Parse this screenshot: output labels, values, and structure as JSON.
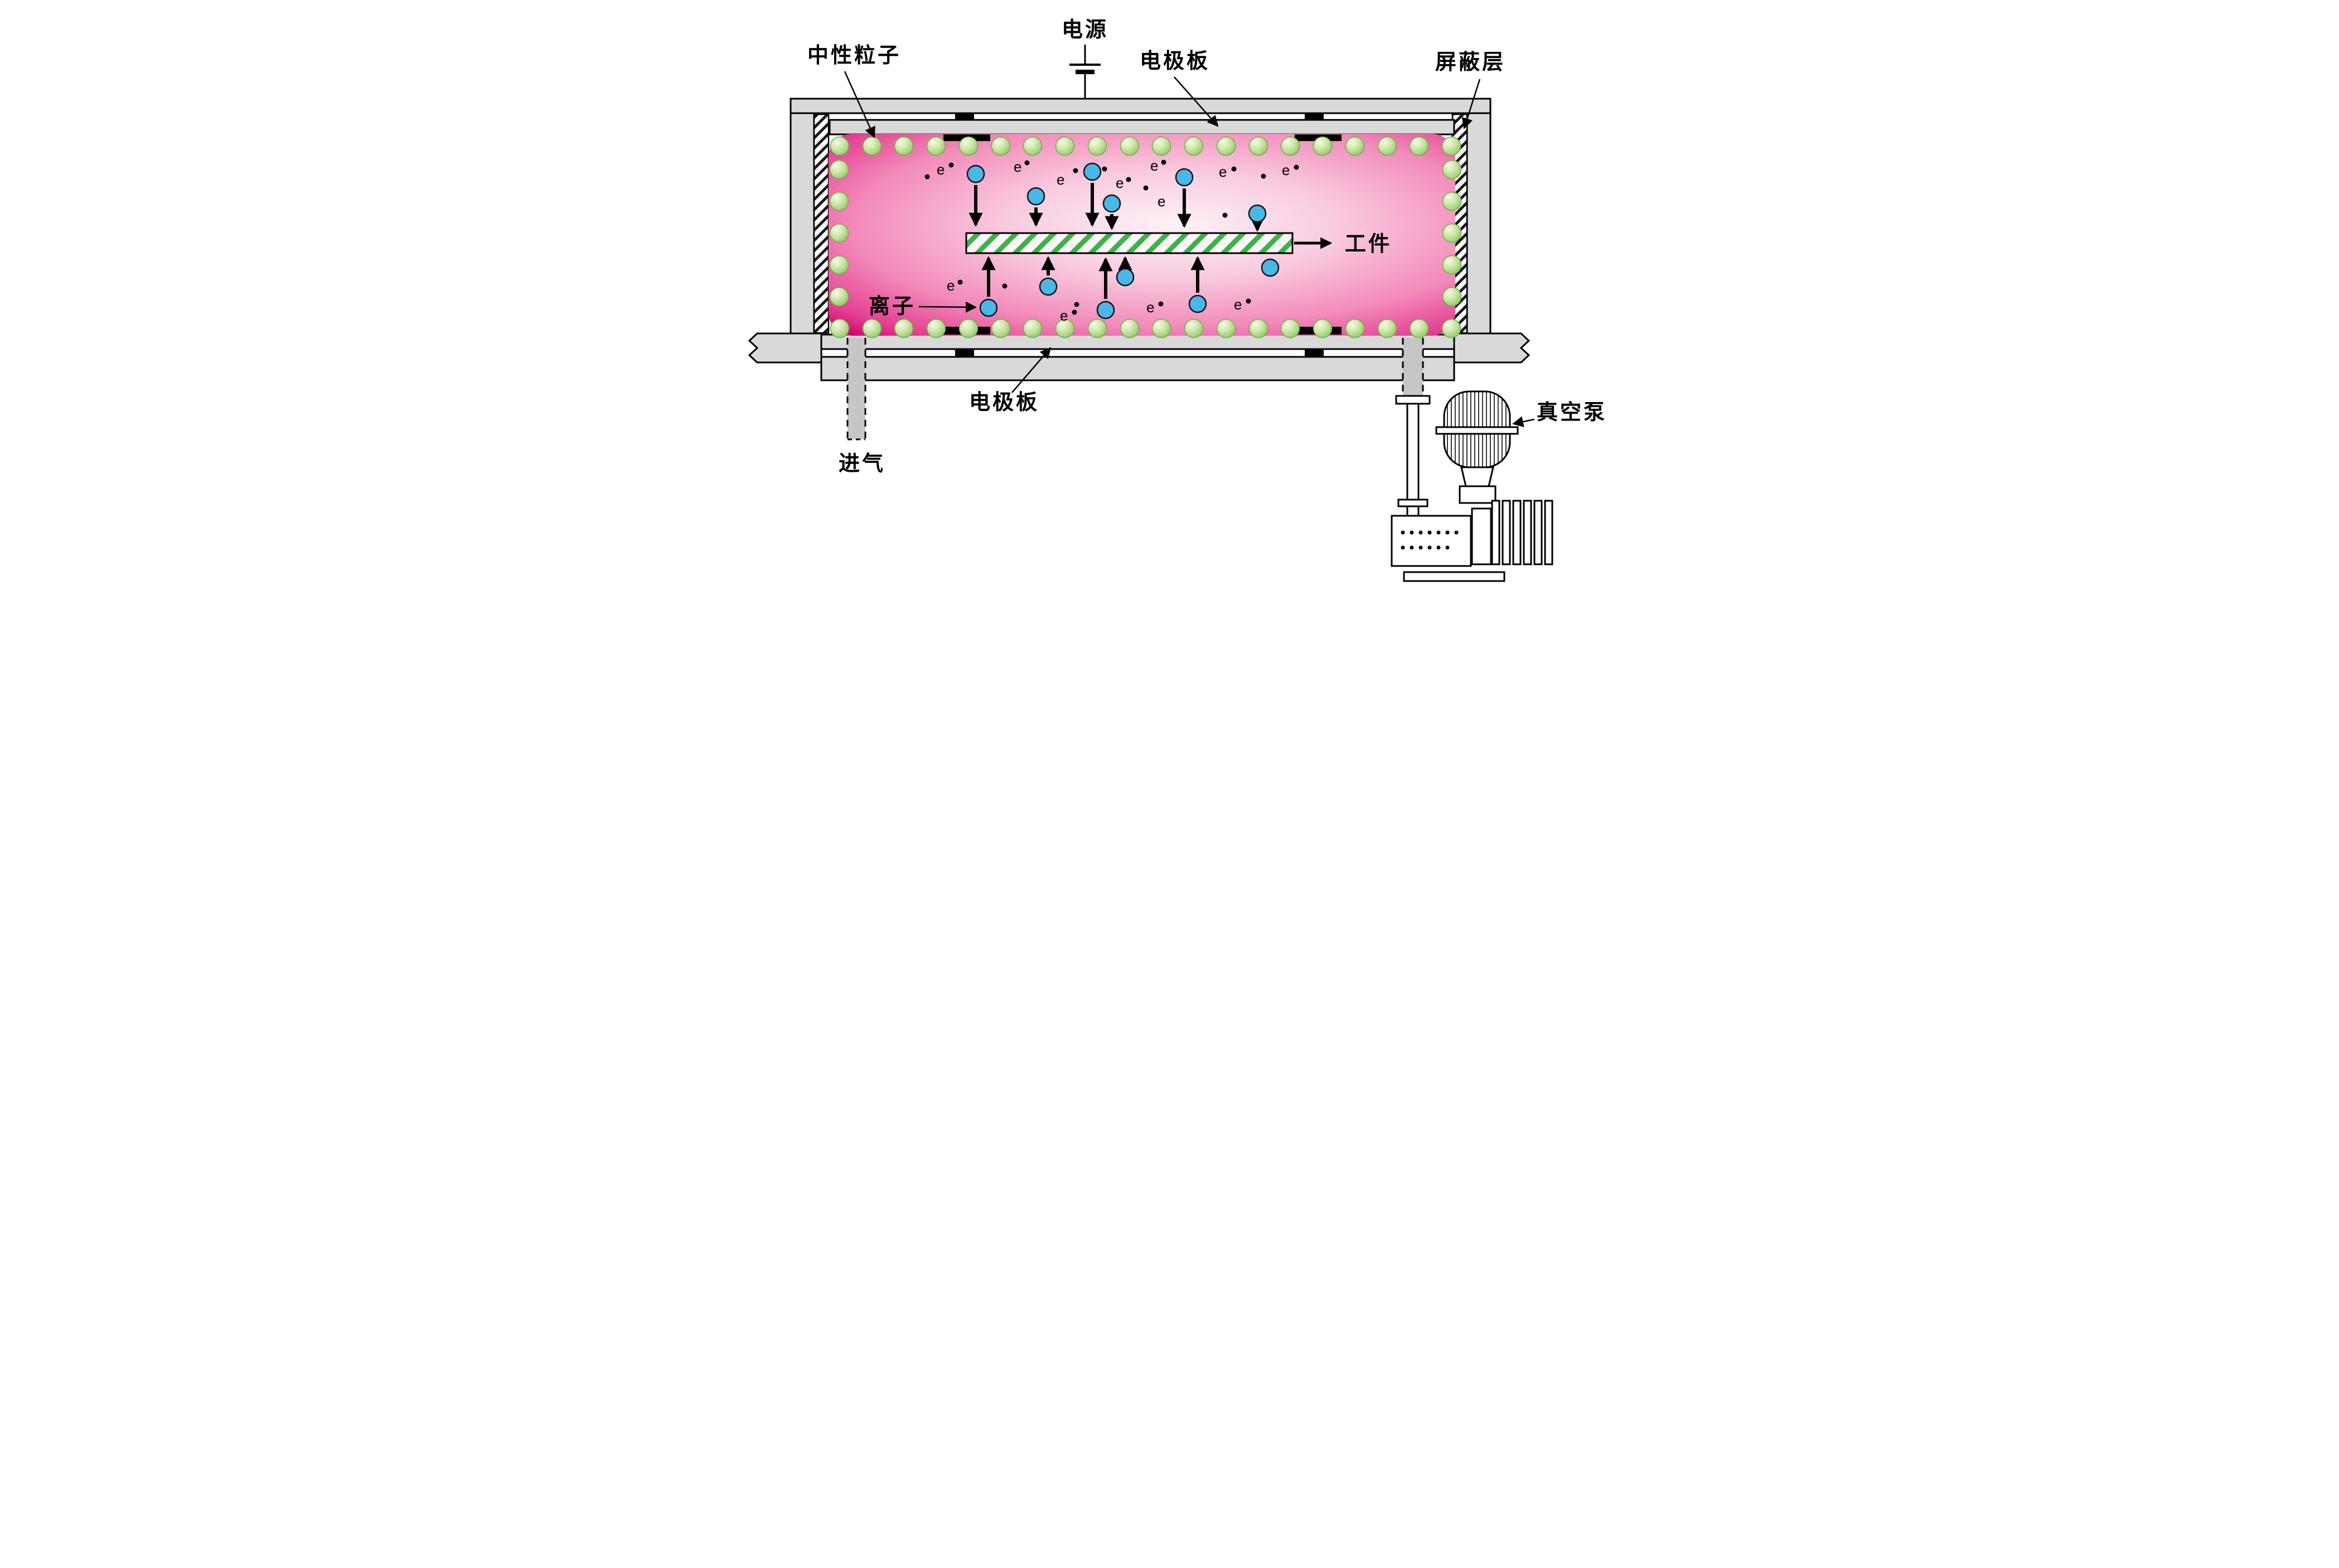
{
  "diagram": {
    "type": "plasma-etching-chamber-schematic",
    "labels": {
      "power": "电源",
      "neutral_particle": "中性粒子",
      "electrode_top": "电极板",
      "shield_layer": "屏蔽层",
      "workpiece": "工件",
      "ion": "离子",
      "electrode_bottom": "电极板",
      "gas_inlet": "进气",
      "vacuum_pump": "真空泵",
      "electron": "e"
    },
    "colors": {
      "plasma_center": "#fdf2f8",
      "plasma_edge": "#cf0570",
      "neutral_particle_green": "#90c464",
      "ion_blue": "#49b8e8",
      "metal_gray": "#d9d9d9",
      "workpiece_stripe_green": "#3bb24a"
    }
  }
}
